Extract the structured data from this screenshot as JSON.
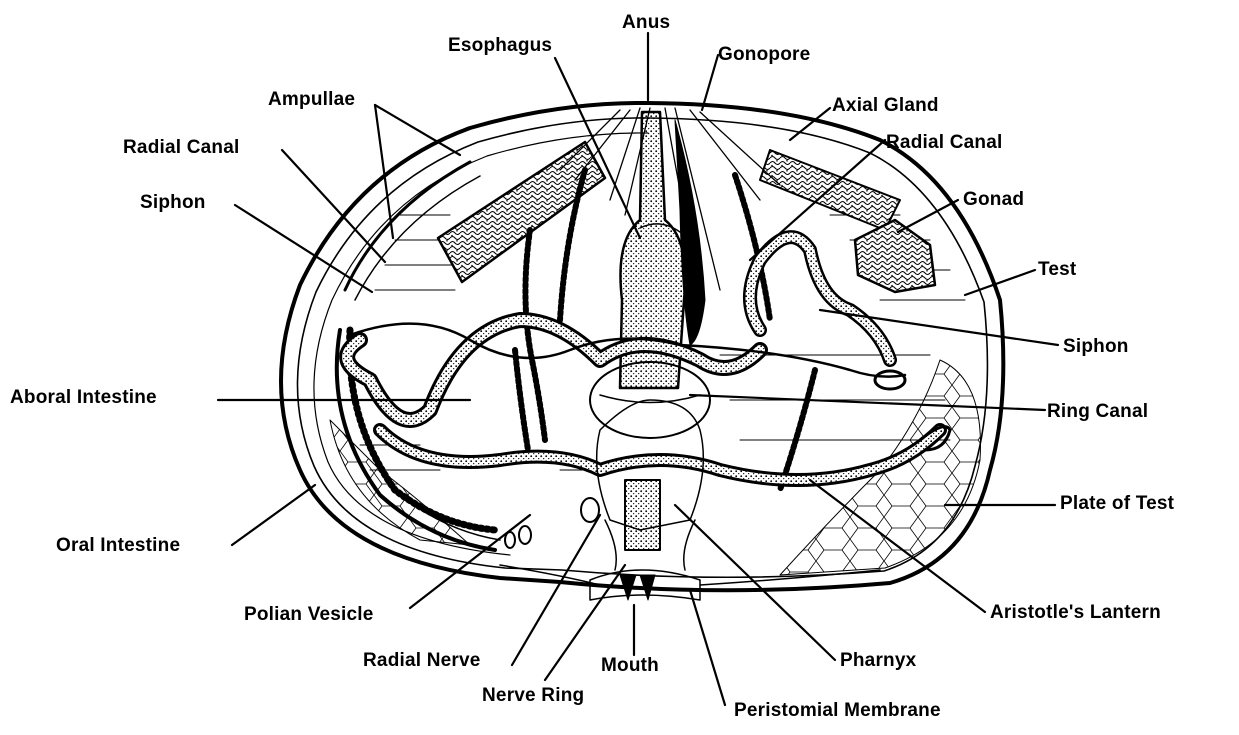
{
  "labels": {
    "anus": "Anus",
    "esophagus": "Esophagus",
    "gonopore": "Gonopore",
    "ampullae": "Ampullae",
    "axial_gland": "Axial Gland",
    "radial_canal_left": "Radial Canal",
    "radial_canal_right": "Radial Canal",
    "siphon_left": "Siphon",
    "gonad": "Gonad",
    "test": "Test",
    "siphon_right": "Siphon",
    "aboral_intestine": "Aboral Intestine",
    "ring_canal": "Ring Canal",
    "plate_of_test": "Plate of Test",
    "oral_intestine": "Oral Intestine",
    "aristotles_lantern": "Aristotle's Lantern",
    "polian_vesicle": "Polian Vesicle",
    "pharnyx": "Pharnyx",
    "radial_nerve": "Radial Nerve",
    "mouth": "Mouth",
    "nerve_ring": "Nerve Ring",
    "peristomial_membrane": "Peristomial Membrane"
  },
  "colors": {
    "ink": "#000000",
    "paper": "#ffffff"
  }
}
